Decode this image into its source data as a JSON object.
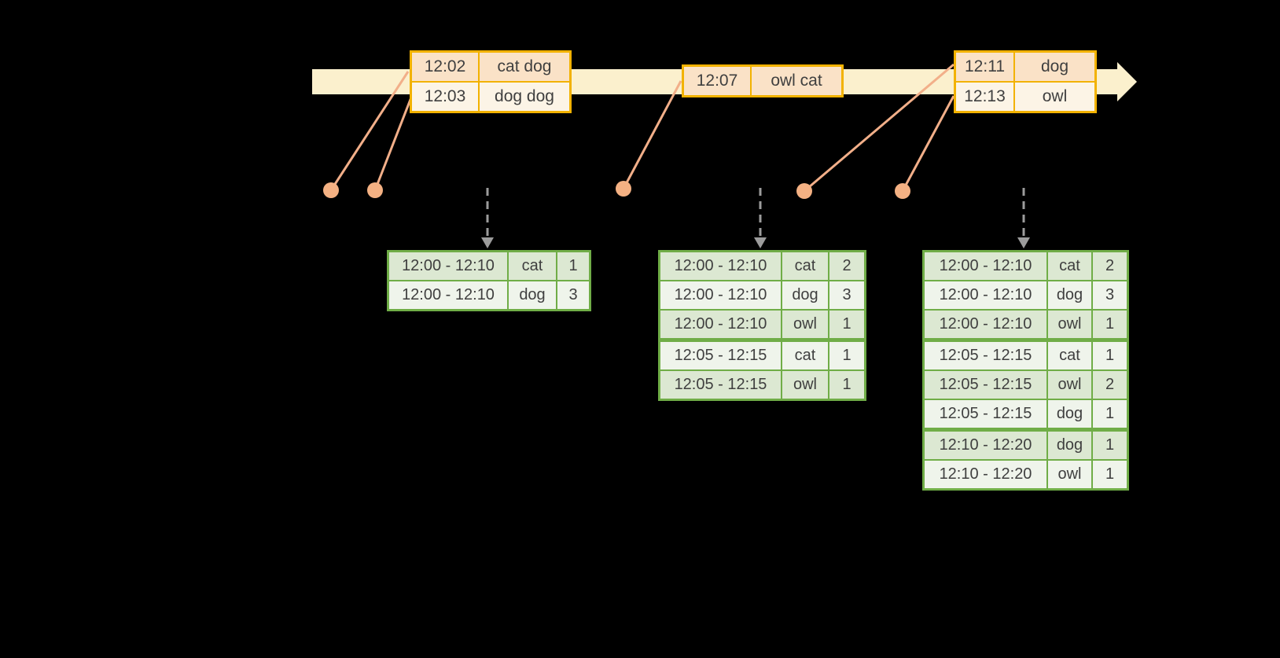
{
  "colors": {
    "background": "#000000",
    "timeline_band": "#FBF0CD",
    "event_table_border": "#F2B200",
    "event_row_peach": "#FAE2C7",
    "event_row_cream": "#FCF4E6",
    "result_table_border": "#70AD47",
    "result_row_dark": "#DCE8D2",
    "result_row_light": "#EFF4EB",
    "connector_orange": "#F4B183",
    "trigger_arrow_gray": "#9C9C9C",
    "text": "#3F3F3F"
  },
  "event_tables": [
    {
      "rows": [
        {
          "time": "12:02",
          "words": "cat dog"
        },
        {
          "time": "12:03",
          "words": "dog dog"
        }
      ]
    },
    {
      "rows": [
        {
          "time": "12:07",
          "words": "owl cat"
        }
      ]
    },
    {
      "rows": [
        {
          "time": "12:11",
          "words": "dog"
        },
        {
          "time": "12:13",
          "words": "owl"
        }
      ]
    }
  ],
  "result_tables": [
    {
      "groups": [
        2
      ],
      "rows": [
        {
          "window": "12:00 - 12:10",
          "word": "cat",
          "count": "1"
        },
        {
          "window": "12:00 - 12:10",
          "word": "dog",
          "count": "3"
        }
      ]
    },
    {
      "groups": [
        3,
        2
      ],
      "rows": [
        {
          "window": "12:00 - 12:10",
          "word": "cat",
          "count": "2"
        },
        {
          "window": "12:00 - 12:10",
          "word": "dog",
          "count": "3"
        },
        {
          "window": "12:00 - 12:10",
          "word": "owl",
          "count": "1"
        },
        {
          "window": "12:05 - 12:15",
          "word": "cat",
          "count": "1"
        },
        {
          "window": "12:05 - 12:15",
          "word": "owl",
          "count": "1"
        }
      ]
    },
    {
      "groups": [
        3,
        3,
        2
      ],
      "rows": [
        {
          "window": "12:00 - 12:10",
          "word": "cat",
          "count": "2"
        },
        {
          "window": "12:00 - 12:10",
          "word": "dog",
          "count": "3"
        },
        {
          "window": "12:00 - 12:10",
          "word": "owl",
          "count": "1"
        },
        {
          "window": "12:05 - 12:15",
          "word": "cat",
          "count": "1"
        },
        {
          "window": "12:05 - 12:15",
          "word": "owl",
          "count": "2"
        },
        {
          "window": "12:05 - 12:15",
          "word": "dog",
          "count": "1"
        },
        {
          "window": "12:10 - 12:20",
          "word": "dog",
          "count": "1"
        },
        {
          "window": "12:10 - 12:20",
          "word": "owl",
          "count": "1"
        }
      ]
    }
  ]
}
